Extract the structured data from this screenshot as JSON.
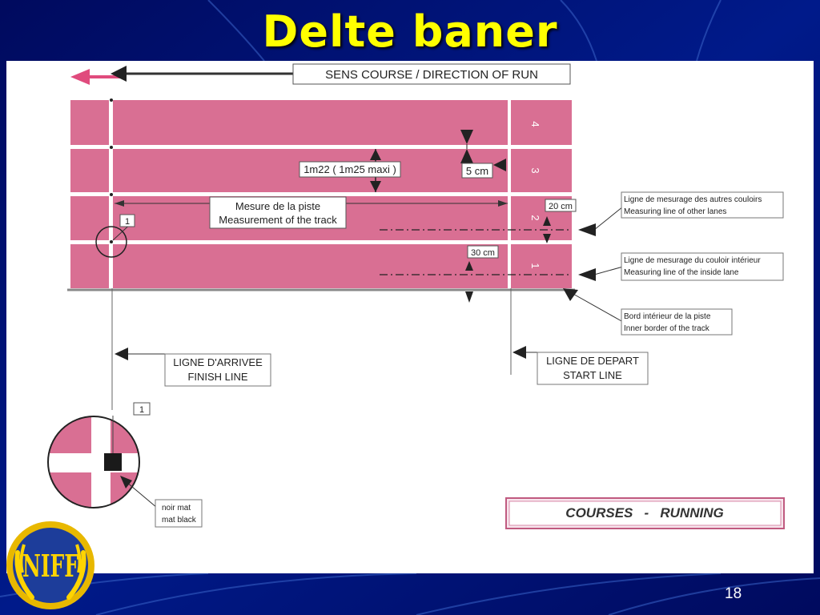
{
  "slide": {
    "title": "Delte baner",
    "page_number": "18"
  },
  "logo": {
    "letters": "NIFF"
  },
  "diagram": {
    "direction_of_run": "SENS COURSE / DIRECTION OF RUN",
    "lane_numbers": [
      "4",
      "3",
      "2",
      "1"
    ],
    "lane_width": "1m22 ( 1m25 maxi )",
    "line_width": "5 cm",
    "track_measurement": [
      "Mesure de la piste",
      "Measurement of the track"
    ],
    "dist_20cm": "20 cm",
    "dist_30cm": "30 cm",
    "other_lanes_line": [
      "Ligne de mesurage des autres couloirs",
      "Measuring line of other lanes"
    ],
    "inside_lane_line": [
      "Ligne de mesurage du couloir intérieur",
      "Measuring line of the inside lane"
    ],
    "inner_border": [
      "Bord intérieur de la piste",
      "Inner border of the track"
    ],
    "finish_line": [
      "LIGNE D'ARRIVEE",
      "FINISH LINE"
    ],
    "start_line": [
      "LIGNE DE DEPART",
      "START LINE"
    ],
    "marker": "1",
    "detail_marker": "1",
    "matte_black": [
      "noir mat",
      "mat black"
    ],
    "courses_running": "COURSES   -   RUNNING"
  },
  "colors": {
    "background": "#000066",
    "title": "#ffff00",
    "track": "#d96f93",
    "arrow_pink": "#e04b7d"
  }
}
